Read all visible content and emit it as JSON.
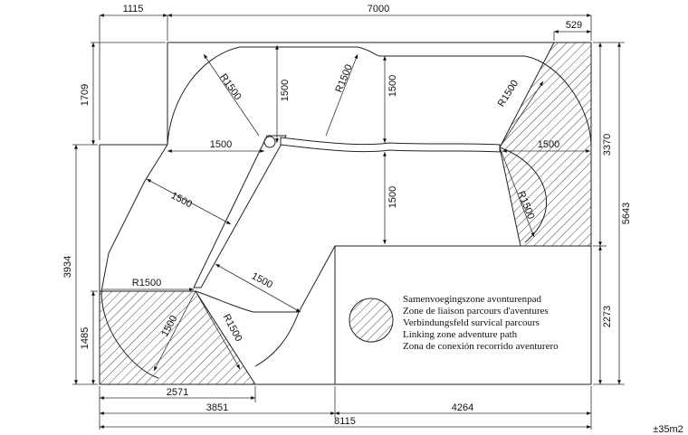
{
  "dimensions": {
    "top_left": "1115",
    "top_total": "7000",
    "top_right": "529",
    "left_top": "1709",
    "left_mid": "3934",
    "left_bottom": "1485",
    "right_upper": "3370",
    "right_total": "5643",
    "right_lower": "2273",
    "bottom_a": "2571",
    "bottom_b": "3851",
    "bottom_c": "4264",
    "bottom_total": "8115",
    "area": "±35m2"
  },
  "labels": {
    "r_top_left": "R1500",
    "v_top_1": "1500",
    "r_top_mid": "R1500",
    "v_top_2": "1500",
    "r_right_upper": "R1500",
    "h_right": "1500",
    "r_right_lower": "R1500",
    "h_left_platform": "1500",
    "diag_upper": "1500",
    "v_center": "1500",
    "r_bottom_left": "R1500",
    "diag_lower": "1500",
    "v_bottom_left": "1500",
    "r_bottom_mid": "R1500"
  },
  "legend": {
    "lines": [
      "Samenvoegingszone avonturenpad",
      "Zone de liaison parcours d'aventures",
      "Verbindungsfeld survical parcours",
      "Linking zone adventure path",
      "Zona de conexión recorrido aventurero"
    ]
  }
}
